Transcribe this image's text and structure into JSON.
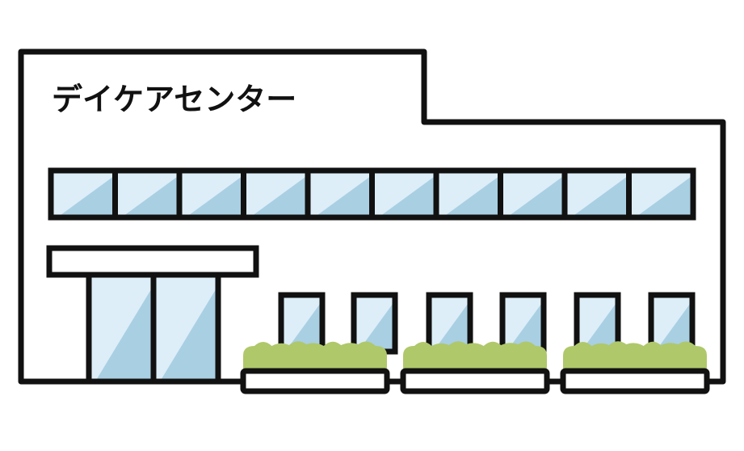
{
  "building": {
    "sign_text": "デイケアセンター"
  },
  "colors": {
    "outline": "#111111",
    "glass_light": "#ddeef8",
    "glass_dark": "#a9cfe3",
    "bush": "#afc86a",
    "wall": "#ffffff"
  },
  "counts": {
    "band_window_panes": 10,
    "small_windows": 6,
    "planters": 3
  }
}
